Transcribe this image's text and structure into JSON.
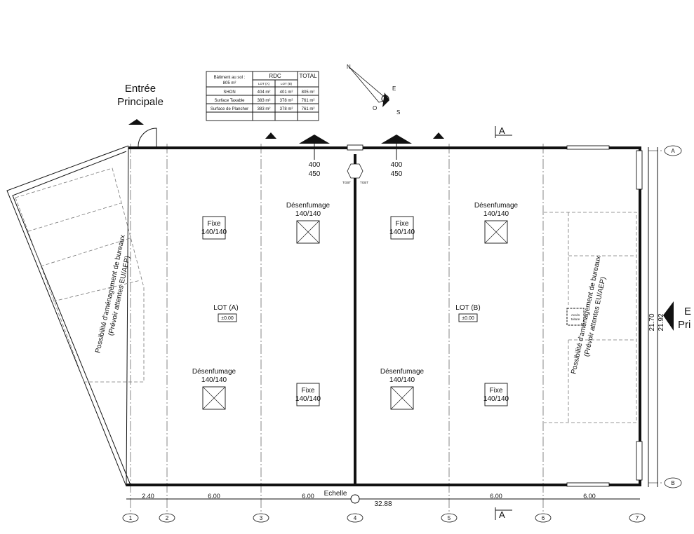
{
  "entrance_top": {
    "line1": "Entrée",
    "line2": "Principale"
  },
  "entrance_right": {
    "line1": "E",
    "line2": "Pri"
  },
  "table": {
    "header_label_line1": "Bâtiment au sol :",
    "header_label_line2": "805 m²",
    "rdc": "RDC",
    "total": "TOTAL",
    "lot_a": "LOT (A)",
    "lot_b": "LOT (B)",
    "rows": [
      {
        "label": "SHON",
        "a": "404 m²",
        "b": "401 m²",
        "total": "805 m²"
      },
      {
        "label": "Surface Taxable",
        "a": "383 m²",
        "b": "378 m²",
        "total": "761 m²"
      },
      {
        "label": "Surface de Plancher",
        "a": "383 m²",
        "b": "378 m²",
        "total": "761 m²"
      }
    ]
  },
  "compass": {
    "n": "N",
    "e": "E",
    "s": "S",
    "o": "O"
  },
  "section_marker": "A",
  "doors": [
    {
      "line1": "400",
      "line2": "450"
    },
    {
      "line1": "400",
      "line2": "450"
    }
  ],
  "tgbt": [
    "TGBT",
    "TGBT"
  ],
  "lots": [
    {
      "name": "LOT (A)",
      "level": "±0.00"
    },
    {
      "name": "LOT (B)",
      "level": "±0.00"
    }
  ],
  "skylights": {
    "desenfumage": "Désenfumage",
    "fixe": "Fixe",
    "size": "140/140"
  },
  "offices": {
    "line1": "Possibilité d'aménagement de bureaux",
    "line2": "(Prévoir attentes EU/AEP)"
  },
  "acces_toiture": {
    "line1": "Accès",
    "line2": "toiture"
  },
  "dims": {
    "seg": [
      "2.40",
      "6.00",
      "6.00",
      "6.00",
      "6.00"
    ],
    "total": "32.88",
    "echelle": "Echelle",
    "height1": "21.70",
    "height2": "21.92"
  },
  "axes_x": [
    "1",
    "2",
    "3",
    "4",
    "5",
    "6",
    "7"
  ],
  "axes_y": [
    "A",
    "B"
  ]
}
